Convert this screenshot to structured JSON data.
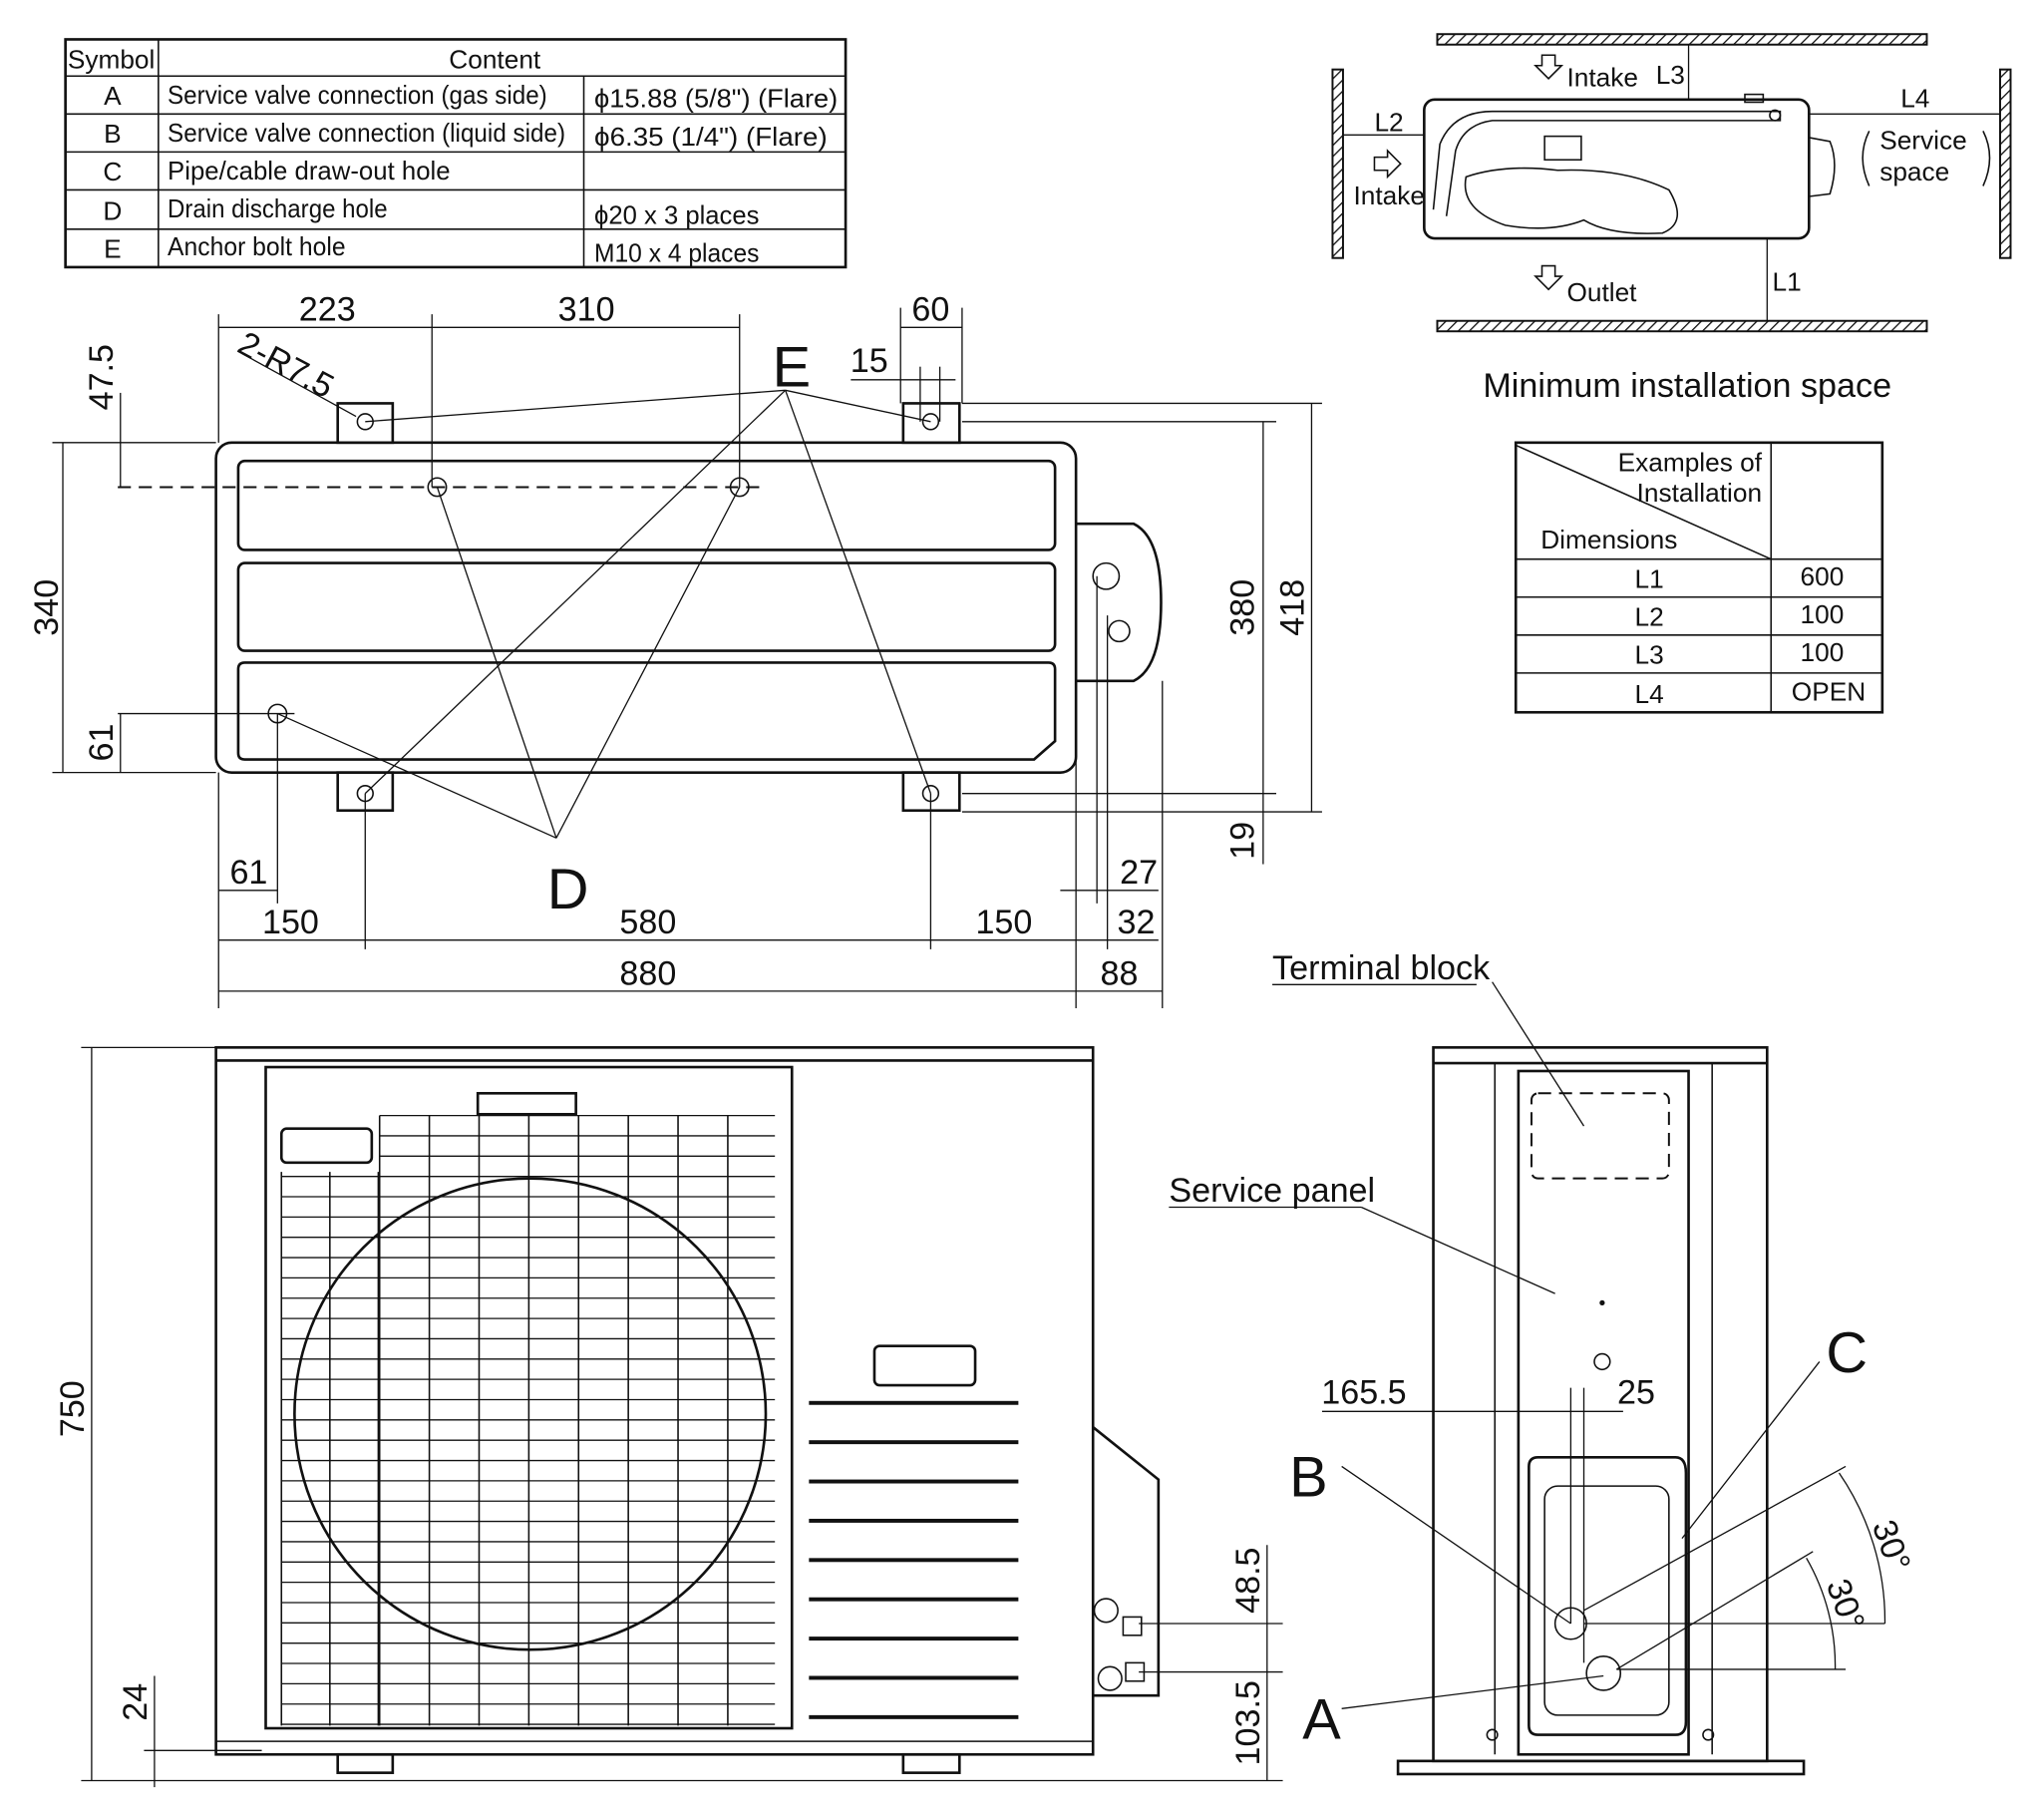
{
  "symbol_table": {
    "header_symbol": "Symbol",
    "header_content": "Content",
    "rows": [
      {
        "symbol": "A",
        "content": "Service valve connection (gas side)",
        "spec": "ϕ15.88 (5/8\") (Flare)"
      },
      {
        "symbol": "B",
        "content": "Service valve connection (liquid side)",
        "spec": "ϕ6.35 (1/4\") (Flare)"
      },
      {
        "symbol": "C",
        "content": "Pipe/cable draw-out hole",
        "spec": ""
      },
      {
        "symbol": "D",
        "content": "Drain discharge hole",
        "spec": "ϕ20 x 3 places"
      },
      {
        "symbol": "E",
        "content": "Anchor bolt hole",
        "spec": "M10 x 4 places"
      }
    ]
  },
  "install_diagram": {
    "intake_top": "Intake",
    "intake_left": "Intake",
    "outlet": "Outlet",
    "l1": "L1",
    "l2": "L2",
    "l3": "L3",
    "l4": "L4",
    "service_space_1": "Service",
    "service_space_2": "space",
    "title": "Minimum installation space"
  },
  "install_table": {
    "header_top_1": "Examples of",
    "header_top_2": "Installation",
    "header_left": "Dimensions",
    "rows": [
      {
        "dim": "L1",
        "value": "600"
      },
      {
        "dim": "L2",
        "value": "100"
      },
      {
        "dim": "L3",
        "value": "100"
      },
      {
        "dim": "L4",
        "value": "OPEN"
      }
    ]
  },
  "top_view": {
    "dims": {
      "d223": "223",
      "d310": "310",
      "d60": "60",
      "d15": "15",
      "r75": "2-R7.5",
      "d47_5": "47.5",
      "d340": "340",
      "d61_left": "61",
      "d380": "380",
      "d418": "418",
      "d19": "19",
      "d61_bottom": "61",
      "d150_a": "150",
      "d580": "580",
      "d150_b": "150",
      "d27": "27",
      "d32": "32",
      "d880": "880",
      "d88": "88"
    },
    "label_e": "E",
    "label_d": "D"
  },
  "front_view": {
    "dims": {
      "d750": "750",
      "d24": "24",
      "d48_5": "48.5",
      "d103_5": "103.5"
    }
  },
  "side_view": {
    "terminal_block": "Terminal block",
    "service_panel": "Service panel",
    "d165_5": "165.5",
    "d25": "25",
    "label_a": "A",
    "label_b": "B",
    "label_c": "C",
    "angle_1": "30°",
    "angle_2": "30°"
  }
}
